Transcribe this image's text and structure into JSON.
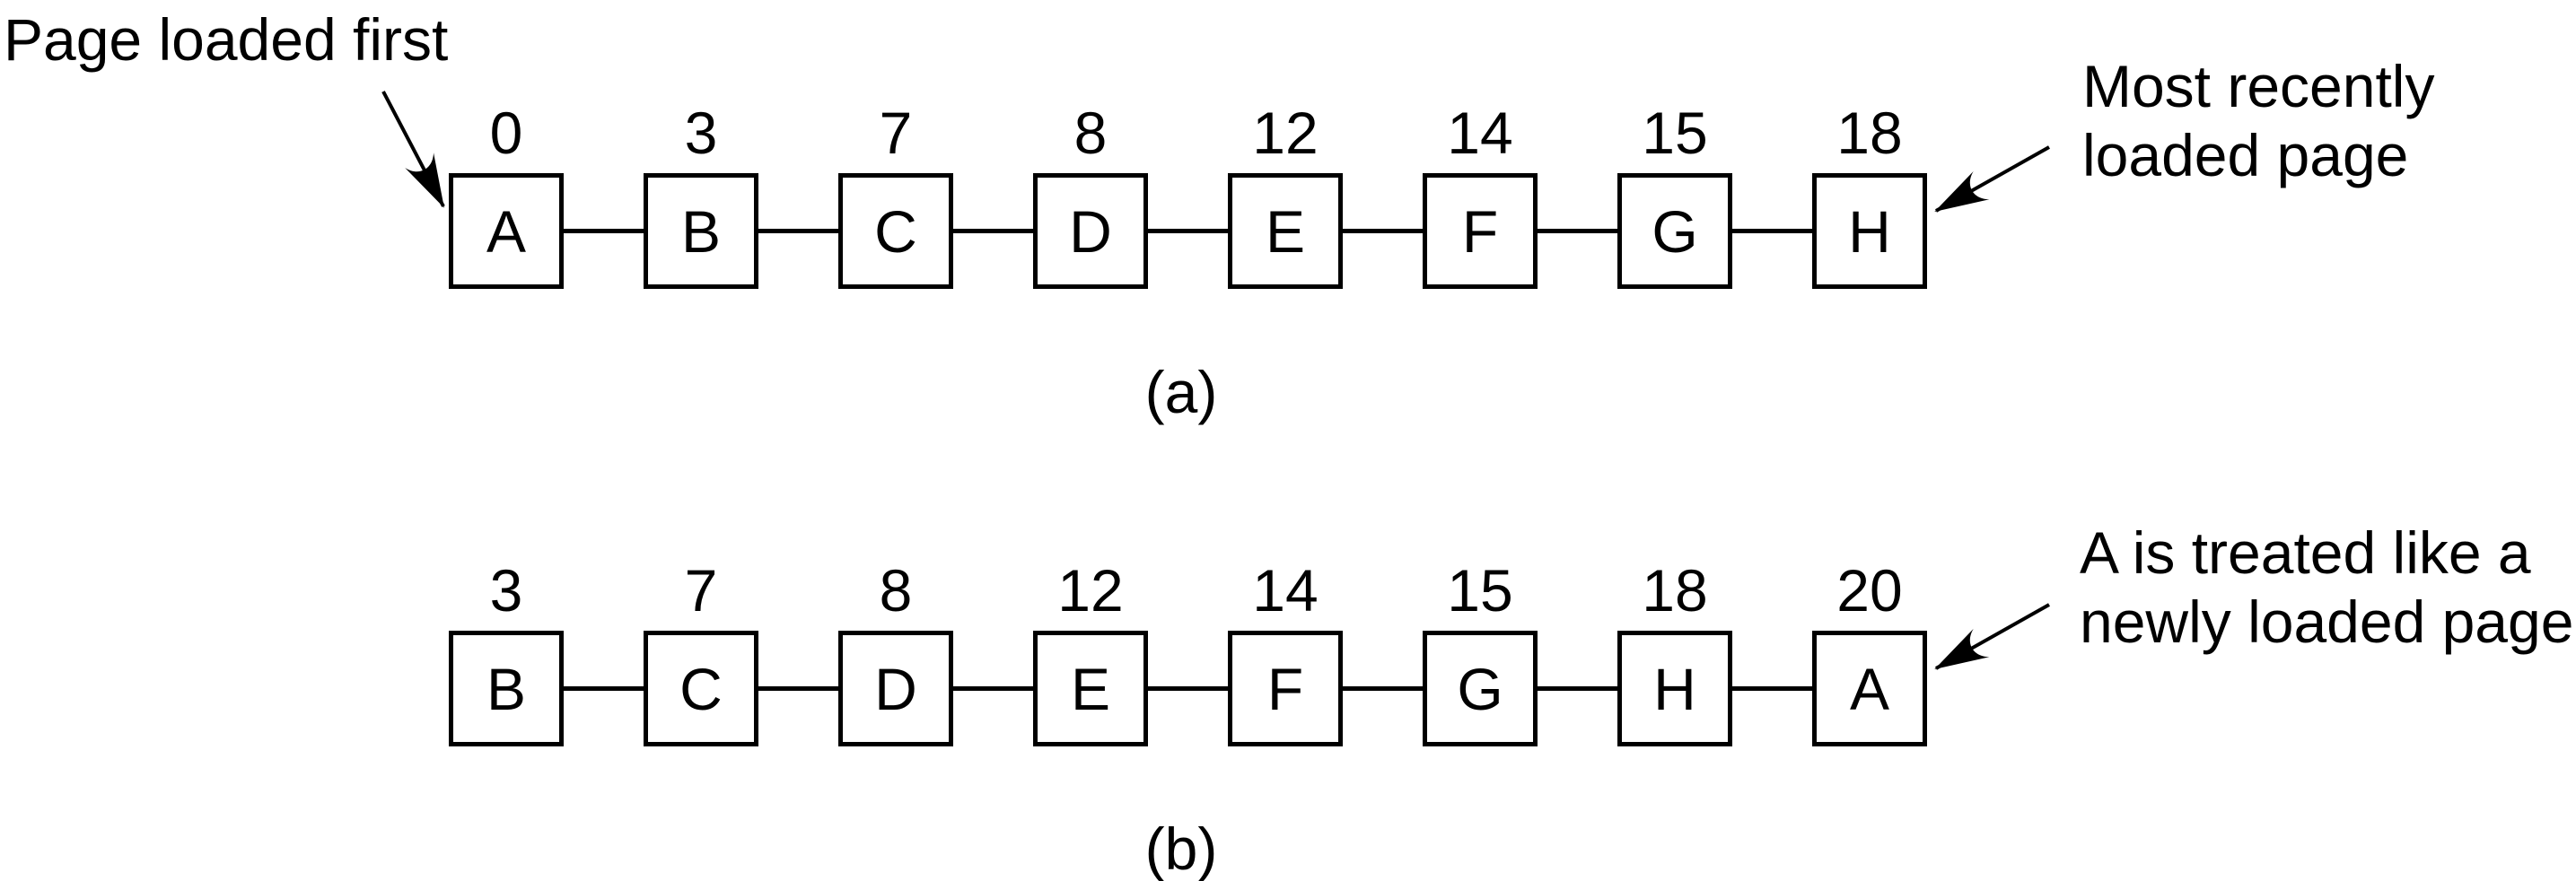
{
  "colors": {
    "ink": "#000000",
    "background": "#ffffff"
  },
  "annotations": {
    "page_loaded_first": "Page loaded first",
    "most_recently_loaded": "Most recently\nloaded page",
    "a_treated_like_new": "A is treated like a\nnewly loaded page"
  },
  "rows": [
    {
      "caption": "(a)",
      "pages": [
        {
          "label": "A",
          "time": "0"
        },
        {
          "label": "B",
          "time": "3"
        },
        {
          "label": "C",
          "time": "7"
        },
        {
          "label": "D",
          "time": "8"
        },
        {
          "label": "E",
          "time": "12"
        },
        {
          "label": "F",
          "time": "14"
        },
        {
          "label": "G",
          "time": "15"
        },
        {
          "label": "H",
          "time": "18"
        }
      ]
    },
    {
      "caption": "(b)",
      "pages": [
        {
          "label": "B",
          "time": "3"
        },
        {
          "label": "C",
          "time": "7"
        },
        {
          "label": "D",
          "time": "8"
        },
        {
          "label": "E",
          "time": "12"
        },
        {
          "label": "F",
          "time": "14"
        },
        {
          "label": "G",
          "time": "15"
        },
        {
          "label": "H",
          "time": "18"
        },
        {
          "label": "A",
          "time": "20"
        }
      ]
    }
  ]
}
